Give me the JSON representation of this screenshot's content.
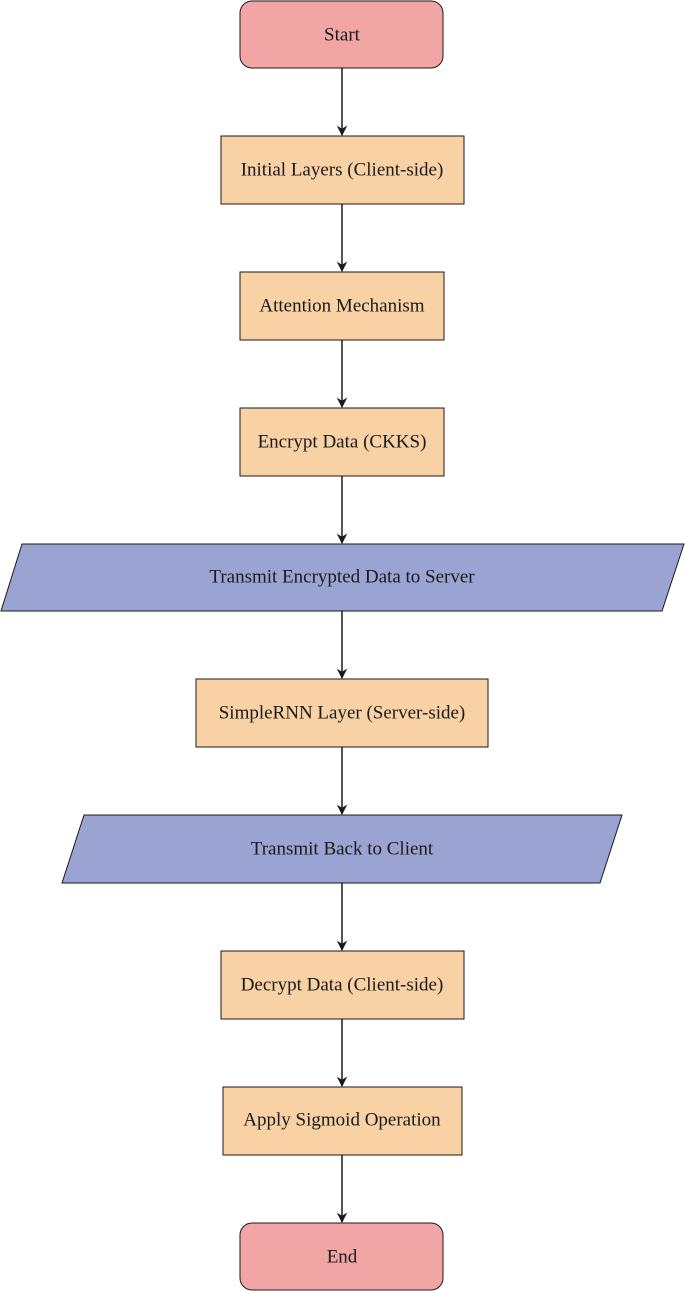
{
  "colors": {
    "terminal_fill": "#f2a5a5",
    "process_fill": "#f8d1a5",
    "io_fill": "#9ba3d2",
    "stroke": "#1a1a1a"
  },
  "nodes": [
    {
      "id": "start",
      "kind": "terminal",
      "label": "Start"
    },
    {
      "id": "initial-layers",
      "kind": "process",
      "label": "Initial Layers (Client-side)"
    },
    {
      "id": "attention-mechanism",
      "kind": "process",
      "label": "Attention Mechanism"
    },
    {
      "id": "encrypt-data",
      "kind": "process",
      "label": "Encrypt Data (CKKS)"
    },
    {
      "id": "transmit-to-server",
      "kind": "io",
      "label": "Transmit Encrypted Data to Server"
    },
    {
      "id": "simplernn-layer",
      "kind": "process",
      "label": "SimpleRNN Layer (Server-side)"
    },
    {
      "id": "transmit-back",
      "kind": "io",
      "label": "Transmit Back to Client"
    },
    {
      "id": "decrypt-data",
      "kind": "process",
      "label": "Decrypt Data (Client-side)"
    },
    {
      "id": "apply-sigmoid",
      "kind": "process",
      "label": "Apply Sigmoid Operation"
    },
    {
      "id": "end",
      "kind": "terminal",
      "label": "End"
    }
  ],
  "edges": [
    {
      "from": "start",
      "to": "initial-layers"
    },
    {
      "from": "initial-layers",
      "to": "attention-mechanism"
    },
    {
      "from": "attention-mechanism",
      "to": "encrypt-data"
    },
    {
      "from": "encrypt-data",
      "to": "transmit-to-server"
    },
    {
      "from": "transmit-to-server",
      "to": "simplernn-layer"
    },
    {
      "from": "simplernn-layer",
      "to": "transmit-back"
    },
    {
      "from": "transmit-back",
      "to": "decrypt-data"
    },
    {
      "from": "decrypt-data",
      "to": "apply-sigmoid"
    },
    {
      "from": "apply-sigmoid",
      "to": "end"
    }
  ]
}
